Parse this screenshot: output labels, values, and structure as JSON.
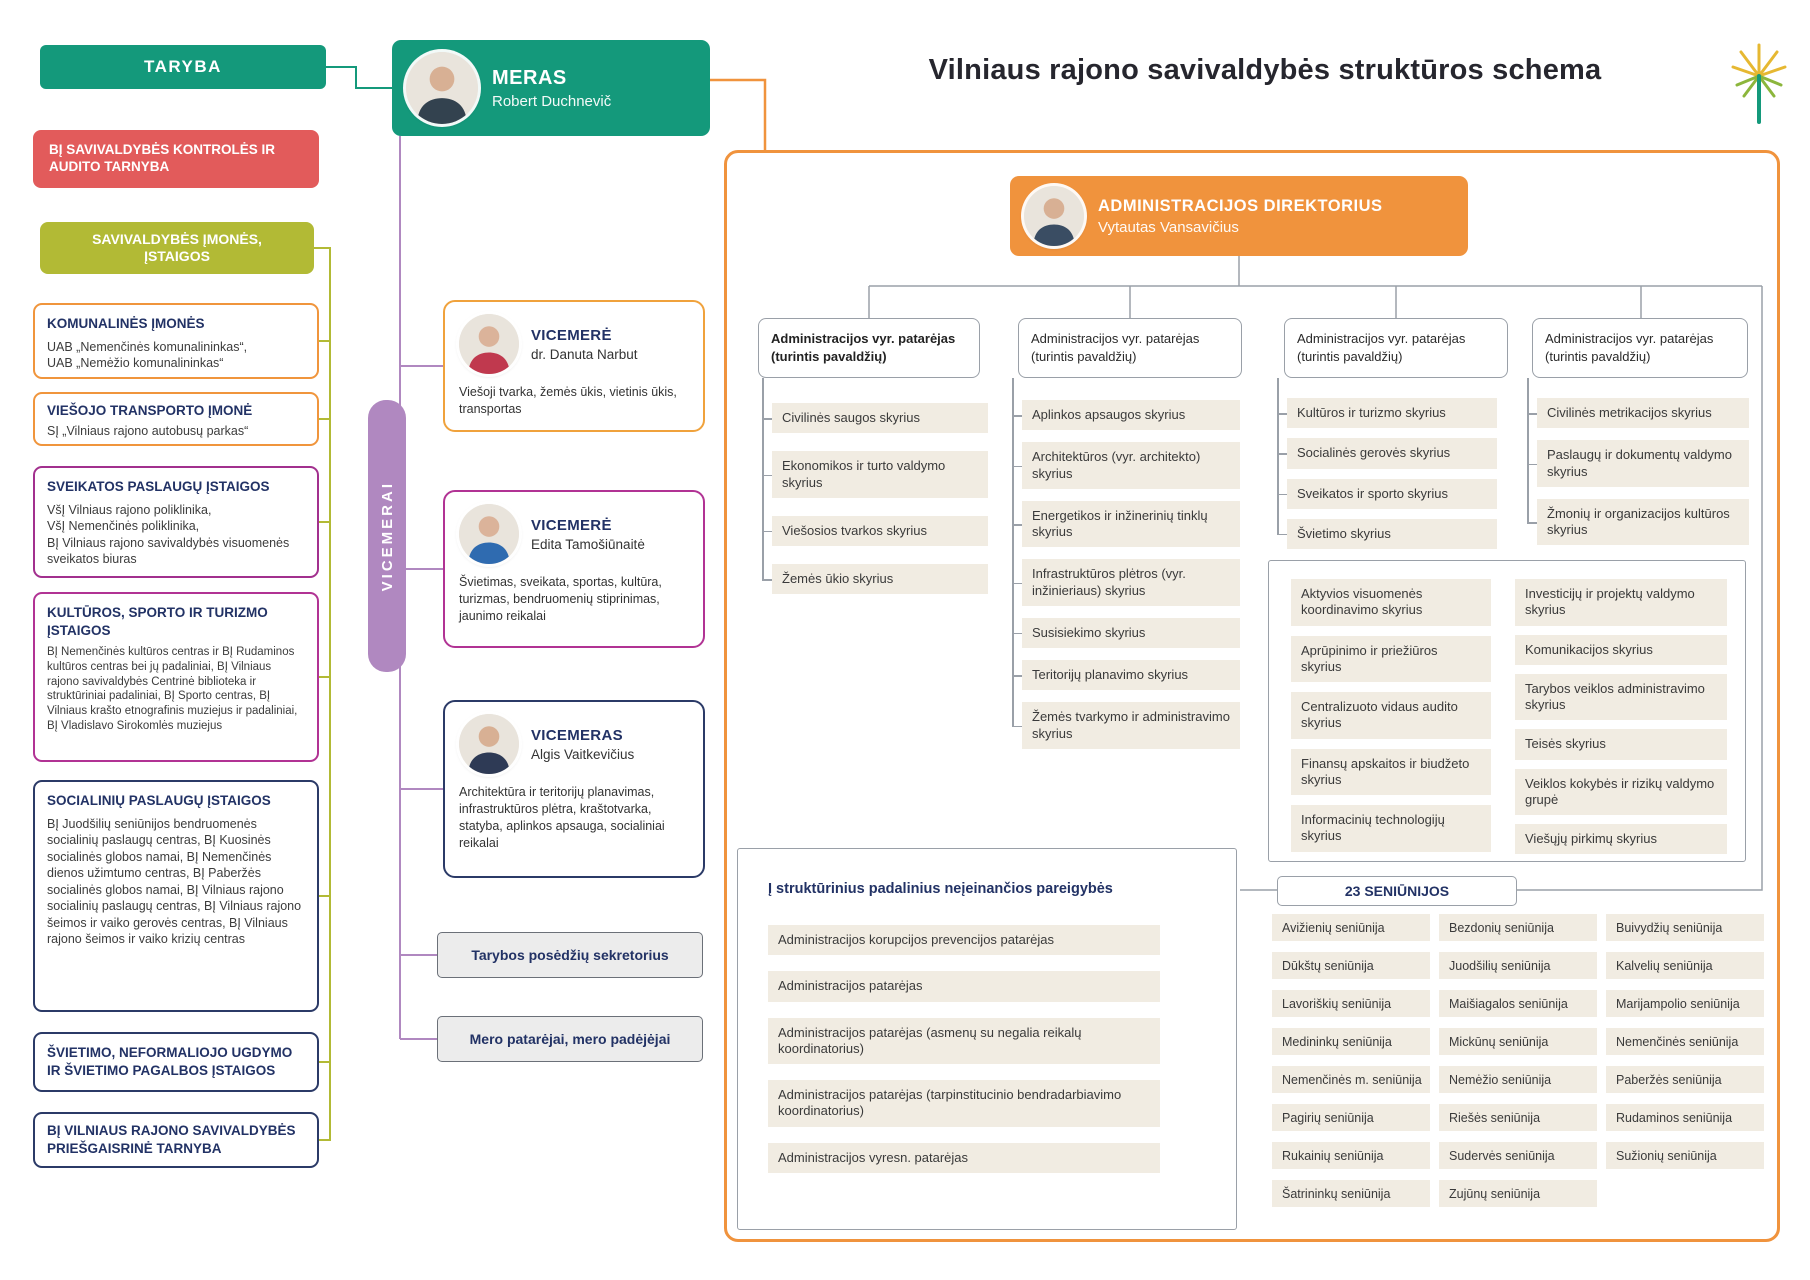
{
  "title": "Vilniaus rajono savivaldybės struktūros schema",
  "colors": {
    "green": "#14997b",
    "red": "#e25b5b",
    "olive": "#b2ba35",
    "orange": "#f0933d",
    "yellow_orange": "#f0a23c",
    "magenta": "#b13394",
    "purple": "#a2308e",
    "navy": "#2b3a67",
    "lilac": "#b088c0",
    "beige": "#f1ece2",
    "line_gray": "#9aa0a8"
  },
  "icons": {
    "logo": "starburst-municipality-logo",
    "photos": "person-silhouette"
  },
  "left": {
    "taryba": "TARYBA",
    "audit": "BĮ SAVIVALDYBĖS KONTROLĖS IR AUDITO TARNYBA",
    "companies_header": "SAVIVALDYBĖS ĮMONĖS, ĮSTAIGOS",
    "groups": [
      {
        "title": "KOMUNALINĖS ĮMONĖS",
        "body": "UAB „Nemenčinės komunalininkas“,\nUAB „Nemėžio komunalininkas“"
      },
      {
        "title": "VIEŠOJO TRANSPORTO ĮMONĖ",
        "body": "SĮ „Vilniaus rajono autobusų parkas“"
      },
      {
        "title": "SVEIKATOS PASLAUGŲ ĮSTAIGOS",
        "body": "VšĮ Vilniaus rajono poliklinika,\nVšĮ Nemenčinės poliklinika,\nBĮ Vilniaus rajono savivaldybės visuomenės sveikatos biuras"
      },
      {
        "title": "KULTŪROS, SPORTO IR TURIZMO ĮSTAIGOS",
        "body": "BĮ Nemenčinės kultūros centras ir BĮ Rudaminos kultūros centras bei jų padaliniai, BĮ Vilniaus rajono savivaldybės Centrinė biblioteka ir struktūriniai padaliniai, BĮ Sporto centras, BĮ Vilniaus krašto etnografinis muziejus ir padaliniai, BĮ Vladislavo Sirokomlės muziejus"
      },
      {
        "title": "SOCIALINIŲ PASLAUGŲ ĮSTAIGOS",
        "body": "BĮ Juodšilių seniūnijos bendruomenės socialinių paslaugų centras, BĮ Kuosinės socialinės globos namai, BĮ Nemenčinės dienos užimtumo centras, BĮ Paberžės socialinės globos namai, BĮ Vilniaus rajono socialinių paslaugų centras, BĮ Vilniaus rajono šeimos ir vaiko gerovės centras, BĮ Vilniaus rajono šeimos ir vaiko krizių centras"
      },
      {
        "title": "ŠVIETIMO, NEFORMALIOJO UGDYMO IR ŠVIETIMO PAGALBOS ĮSTAIGOS",
        "body": ""
      },
      {
        "title": "BĮ VILNIAUS RAJONO SAVIVALDYBĖS PRIEŠGAISRINĖ TARNYBA",
        "body": ""
      }
    ]
  },
  "mayor": {
    "title": "MERAS",
    "name": "Robert Duchnevič"
  },
  "vicemayors_label": "VICEMERAI",
  "vicemayors": [
    {
      "title": "VICEMERĖ",
      "name": "dr. Danuta Narbut",
      "areas": "Viešoji tvarka, žemės ūkis, vietinis ūkis, transportas"
    },
    {
      "title": "VICEMERĖ",
      "name": "Edita Tamošiūnaitė",
      "areas": "Švietimas, sveikata, sportas, kultūra, turizmas, bendruomenių stiprinimas, jaunimo reikalai"
    },
    {
      "title": "VICEMERAS",
      "name": "Algis Vaitkevičius",
      "areas": "Architektūra ir teritorijų planavimas, infrastruktūros plėtra, kraštotvarka, statyba, aplinkos apsauga, socialiniai reikalai"
    }
  ],
  "secretary": "Tarybos posėdžių sekretorius",
  "advisors": "Mero patarėjai, mero padėjėjai",
  "administration": {
    "director": {
      "title": "ADMINISTRACIJOS DIREKTORIUS",
      "name": "Vytautas Vansavičius"
    },
    "advisor_header": "Administracijos vyr. patarėjas\n(turintis pavaldžių)",
    "col1": [
      "Civilinės saugos skyrius",
      "Ekonomikos ir turto valdymo skyrius",
      "Viešosios tvarkos skyrius",
      "Žemės ūkio skyrius"
    ],
    "col2": [
      "Aplinkos apsaugos skyrius",
      "Architektūros (vyr. architekto) skyrius",
      "Energetikos ir inžinerinių tinklų skyrius",
      "Infrastruktūros plėtros (vyr. inžinieriaus) skyrius",
      "Susisiekimo skyrius",
      "Teritorijų planavimo skyrius",
      "Žemės tvarkymo ir administravimo skyrius"
    ],
    "col3": [
      "Kultūros ir turizmo skyrius",
      "Socialinės gerovės skyrius",
      "Sveikatos ir sporto skyrius",
      "Švietimo skyrius"
    ],
    "col4": [
      "Civilinės metrikacijos skyrius",
      "Paslaugų ir dokumentų valdymo skyrius",
      "Žmonių ir organizacijos kultūros skyrius"
    ],
    "central_left": [
      "Aktyvios visuomenės koordinavimo skyrius",
      "Aprūpinimo ir priežiūros skyrius",
      "Centralizuoto vidaus audito skyrius",
      "Finansų apskaitos ir biudžeto skyrius",
      "Informacinių technologijų skyrius"
    ],
    "central_right": [
      "Investicijų ir projektų valdymo skyrius",
      "Komunikacijos skyrius",
      "Tarybos veiklos administravimo skyrius",
      "Teisės skyrius",
      "Veiklos kokybės ir rizikų valdymo grupė",
      "Viešųjų pirkimų skyrius"
    ],
    "standalone_title": "Į struktūrinius padalinius neįeinančios pareigybės",
    "standalone": [
      "Administracijos korupcijos prevencijos patarėjas",
      "Administracijos patarėjas",
      "Administracijos patarėjas (asmenų su negalia reikalų koordinatorius)",
      "Administracijos patarėjas (tarpinstitucinio bendradarbiavimo koordinatorius)",
      "Administracijos vyresn. patarėjas"
    ]
  },
  "seniunijos": {
    "header": "23 SENIŪNIJOS",
    "items": [
      "Avižienių seniūnija",
      "Bezdonių seniūnija",
      "Buivydžių seniūnija",
      "Dūkštų seniūnija",
      "Juodšilių seniūnija",
      "Kalvelių seniūnija",
      "Lavoriškių seniūnija",
      "Maišiagalos seniūnija",
      "Marijampolio seniūnija",
      "Medininkų seniūnija",
      "Mickūnų seniūnija",
      "Nemenčinės seniūnija",
      "Nemenčinės m. seniūnija",
      "Nemėžio seniūnija",
      "Paberžės seniūnija",
      "Pagirių seniūnija",
      "Riešės seniūnija",
      "Rudaminos seniūnija",
      "Rukainių seniūnija",
      "Sudervės seniūnija",
      "Sužionių seniūnija",
      "Šatrininkų seniūnija",
      "Zujūnų seniūnija"
    ]
  }
}
